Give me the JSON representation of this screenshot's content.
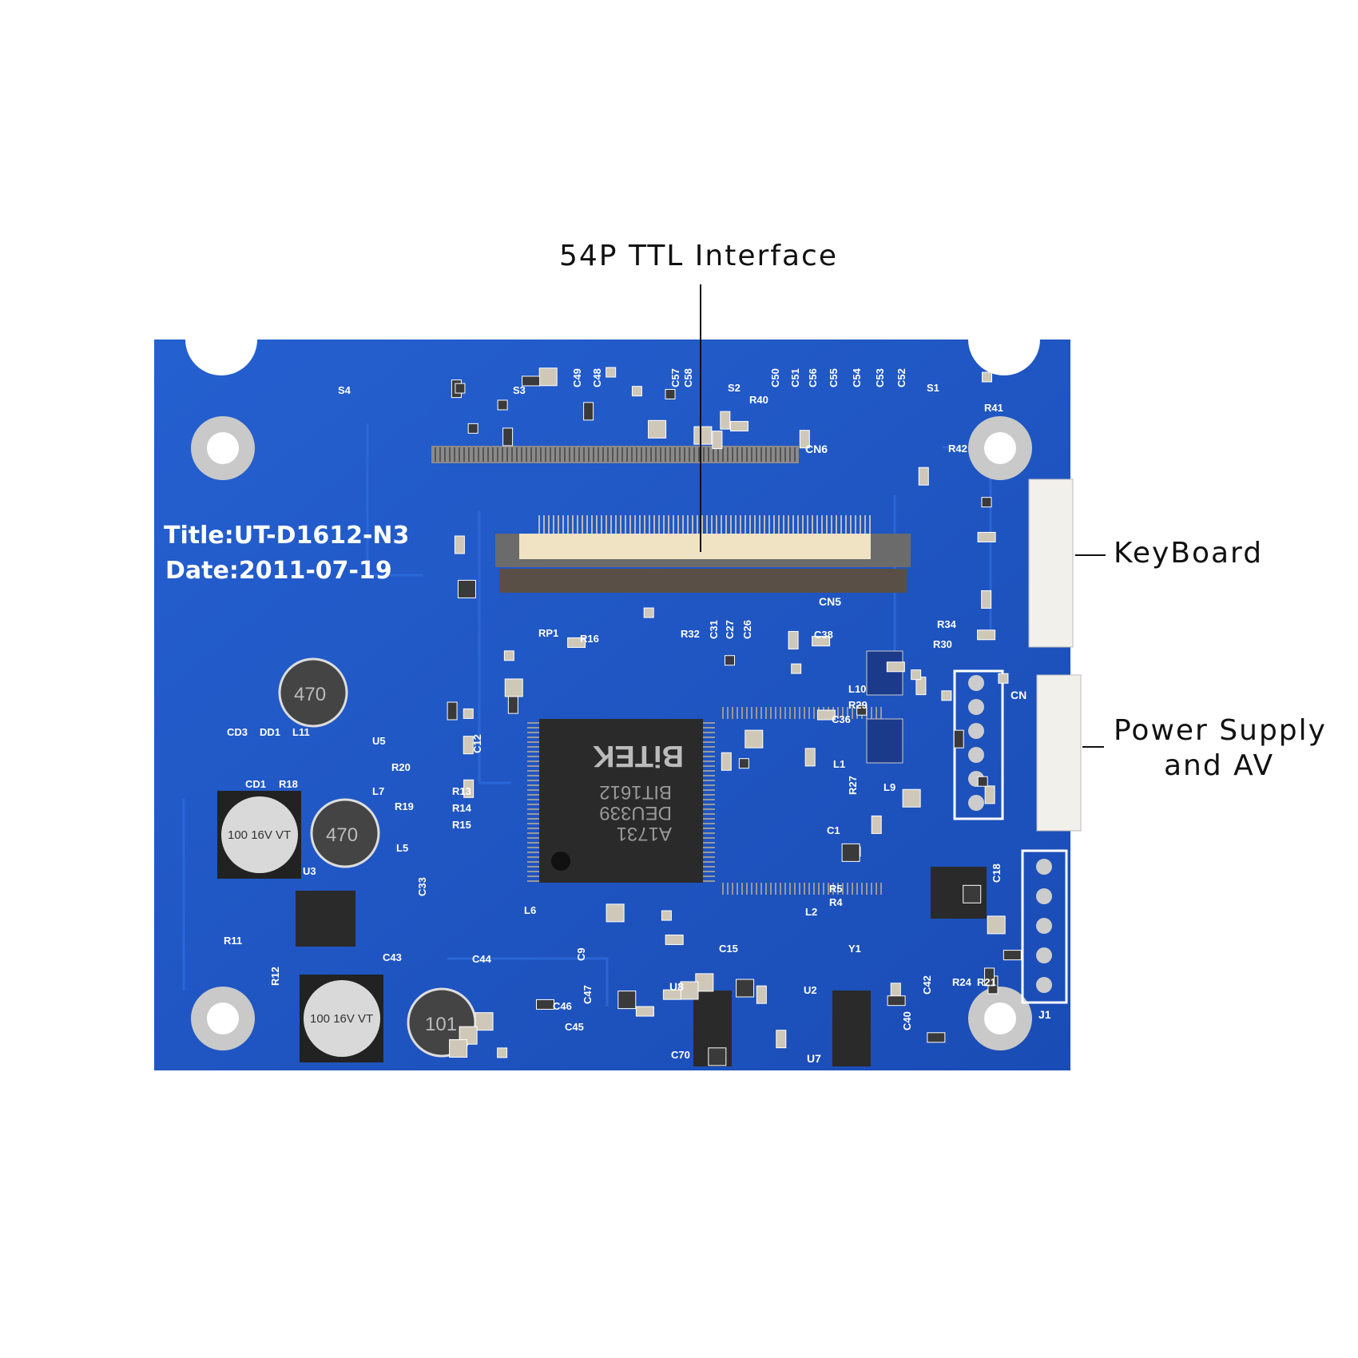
{
  "annotations": {
    "ttl": "54P TTL Interface",
    "keyboard": "KeyBoard",
    "power_line1": "Power Supply",
    "power_line2": "and AV"
  },
  "board": {
    "title": "Title:UT-D1612-N3",
    "date": "Date:2011-07-19",
    "chip_brand": "BiTEK",
    "chip_lines": [
      "BIT1612",
      "DEU339",
      "A1731"
    ],
    "connectors": [
      "CN6",
      "CN5",
      "J1",
      "CN"
    ],
    "cap_labels": [
      "100 16V VT",
      "100 16V VT"
    ],
    "inductor_labels": [
      "470",
      "470",
      "101"
    ],
    "regulators": [
      "U8",
      "U7"
    ],
    "silkscreen": [
      "S4",
      "S3",
      "S2",
      "S1",
      "C49",
      "C48",
      "C57",
      "C58",
      "C50",
      "C51",
      "C56",
      "C55",
      "C54",
      "C53",
      "C52",
      "R40",
      "R41",
      "R42",
      "RP1",
      "R16",
      "R32",
      "C31",
      "C27",
      "C26",
      "C38",
      "L10",
      "R29",
      "C36",
      "L1",
      "L9",
      "R27",
      "R34",
      "R30",
      "CD3",
      "DD1",
      "L11",
      "U5",
      "R20",
      "R18",
      "CD1",
      "L7",
      "R19",
      "R13",
      "R14",
      "R15",
      "C12",
      "L5",
      "U3",
      "R11",
      "C43",
      "C44",
      "R12",
      "C46",
      "C45",
      "C47",
      "C70",
      "U2",
      "C40",
      "C42",
      "R24",
      "R21",
      "C18",
      "Y1",
      "C1",
      "R5",
      "R4",
      "L2",
      "C15",
      "C9",
      "L6",
      "C33"
    ]
  },
  "colors": {
    "board": "#1f55c4",
    "board_dark": "#173f9a",
    "silk": "#ffffff",
    "text": "#111111"
  }
}
